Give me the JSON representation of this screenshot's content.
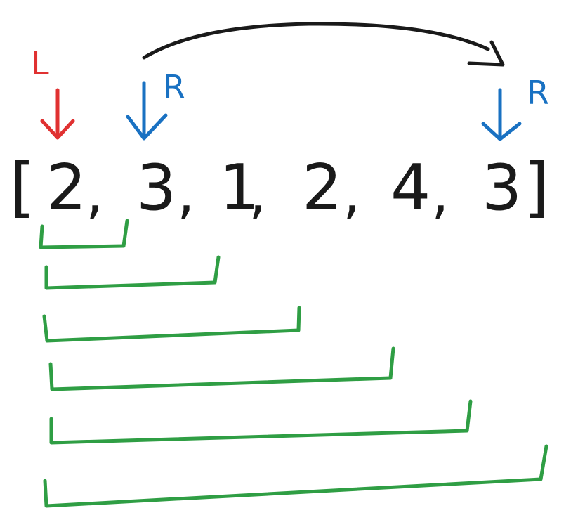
{
  "array": {
    "open_bracket": "[",
    "close_bracket": "]",
    "separator": ",",
    "values": [
      "2",
      "3",
      "1",
      "2",
      "4",
      "3"
    ]
  },
  "pointers": {
    "left_label": "L",
    "right_label": "R"
  },
  "colors": {
    "ink": "#1a1a1a",
    "left_pointer": "#e03131",
    "right_pointer": "#1971c2",
    "bracket": "#2f9e44"
  }
}
